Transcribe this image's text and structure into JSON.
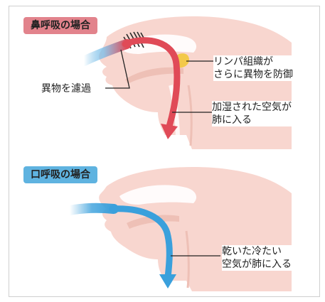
{
  "nose_section": {
    "title": "鼻呼吸の場合",
    "labels": {
      "filter": "異物を濾過",
      "lymph_line1": "リンパ組織が",
      "lymph_line2": "さらに異物を防御",
      "lung_line1": "加湿された空気が",
      "lung_line2": "肺に入る"
    }
  },
  "mouth_section": {
    "title": "口呼吸の場合",
    "labels": {
      "dry_line1": "乾いた冷たい",
      "dry_line2": "空気が肺に入る"
    }
  },
  "colors": {
    "skin": "#f8d6cf",
    "skin_dark": "#eec0b6",
    "nose_flow": "#e04a57",
    "mouth_flow": "#3aa0dc",
    "lymph": "#f3c94a",
    "hair": "#2a2a2a"
  }
}
